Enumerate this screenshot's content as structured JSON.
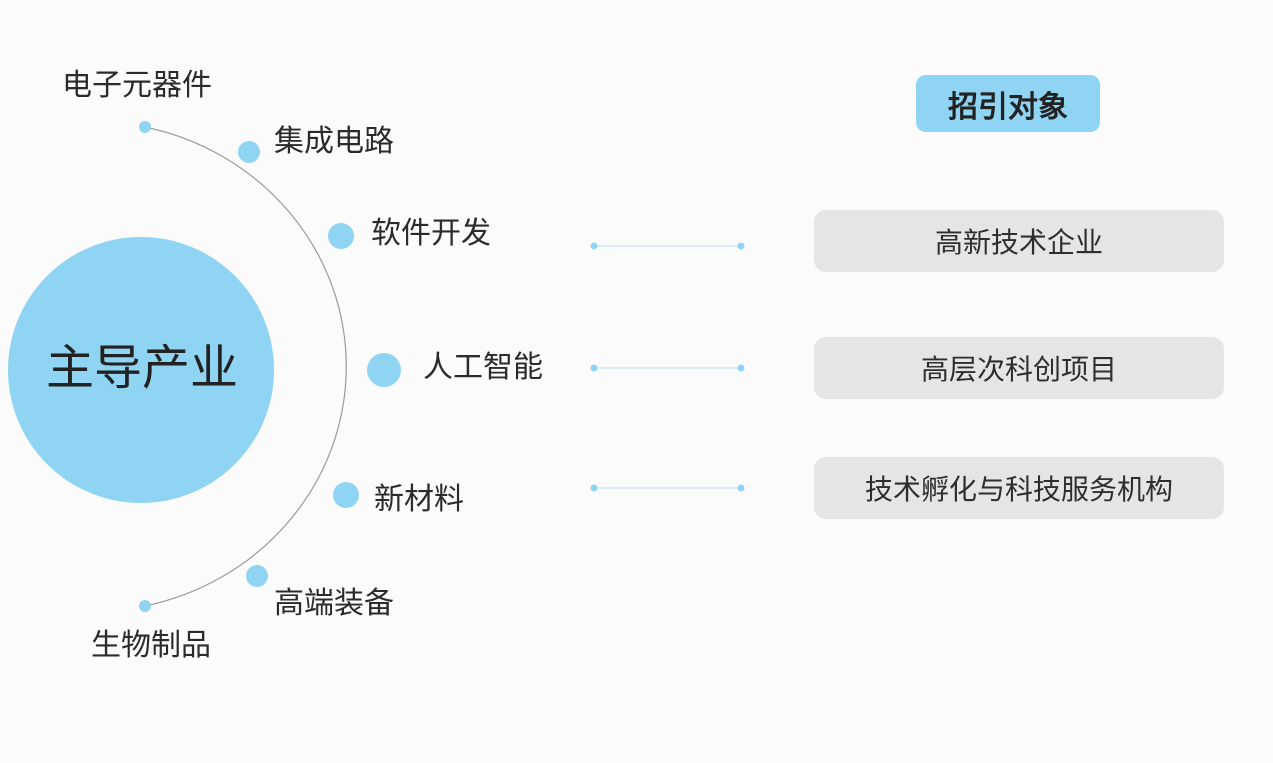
{
  "hub": {
    "label": "主导产业"
  },
  "industries": [
    "电子元器件",
    "集成电路",
    "软件开发",
    "人工智能",
    "新材料",
    "高端装备",
    "生物制品"
  ],
  "targets": {
    "header": "招引对象",
    "items": [
      "高新技术企业",
      "高层次科创项目",
      "技术孵化与科技服务机构"
    ]
  },
  "colors": {
    "accent": "#8fd4f2",
    "hub": "#8fd4f2",
    "pill_bg": "#e6e5e6",
    "arc": "#9a9a9a",
    "connector": "#cfe9f5"
  }
}
